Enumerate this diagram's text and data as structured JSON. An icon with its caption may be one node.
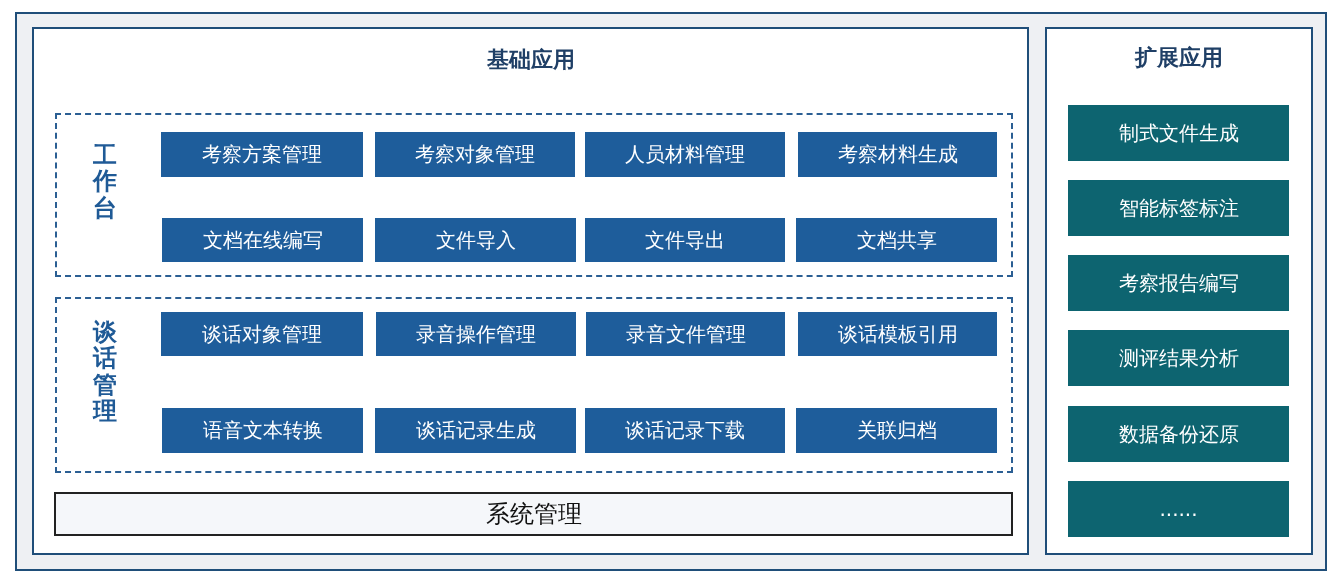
{
  "diagram": {
    "nodes": [
      {
        "text": [
          "基础应用"
        ]
      },
      {
        "text": [
          "工作台"
        ],
        "in": 0
      },
      {
        "text": [
          "考察方案管理"
        ],
        "in": 1
      },
      {
        "text": [
          "考察对象管理"
        ],
        "in": 1
      },
      {
        "text": [
          "人员材料管理"
        ],
        "in": 1
      },
      {
        "text": [
          "考察材料生成"
        ],
        "in": 1
      },
      {
        "text": [
          "文档在线编写"
        ],
        "in": 1
      },
      {
        "text": [
          "文件导入"
        ],
        "in": 1
      },
      {
        "text": [
          "文件导出"
        ],
        "in": 1
      },
      {
        "text": [
          "文档共享"
        ],
        "in": 1
      },
      {
        "text": [
          "谈话管理"
        ],
        "in": 0
      },
      {
        "text": [
          "谈话对象管理"
        ],
        "in": 10
      },
      {
        "text": [
          "录音操作管理"
        ],
        "in": 10
      },
      {
        "text": [
          "录音文件管理"
        ],
        "in": 10
      },
      {
        "text": [
          "谈话模板引用"
        ],
        "in": 10
      },
      {
        "text": [
          "语音文本转换"
        ],
        "in": 10
      },
      {
        "text": [
          "谈话记录生成"
        ],
        "in": 10
      },
      {
        "text": [
          "谈话记录下载"
        ],
        "in": 10
      },
      {
        "text": [
          "关联归档"
        ],
        "in": 10
      },
      {
        "text": [
          "系统管理"
        ],
        "in": 0
      },
      {
        "text": [
          "扩展应用"
        ]
      },
      {
        "text": [
          "制式文件生成"
        ],
        "in": 20
      },
      {
        "text": [
          "智能标签标注"
        ],
        "in": 20
      },
      {
        "text": [
          "考察报告编写"
        ],
        "in": 20
      },
      {
        "text": [
          "测评结果分析"
        ],
        "in": 20
      },
      {
        "text": [
          "数据备份还原"
        ],
        "in": 20
      },
      {
        "text": [
          "......"
        ],
        "in": 20
      }
    ]
  }
}
